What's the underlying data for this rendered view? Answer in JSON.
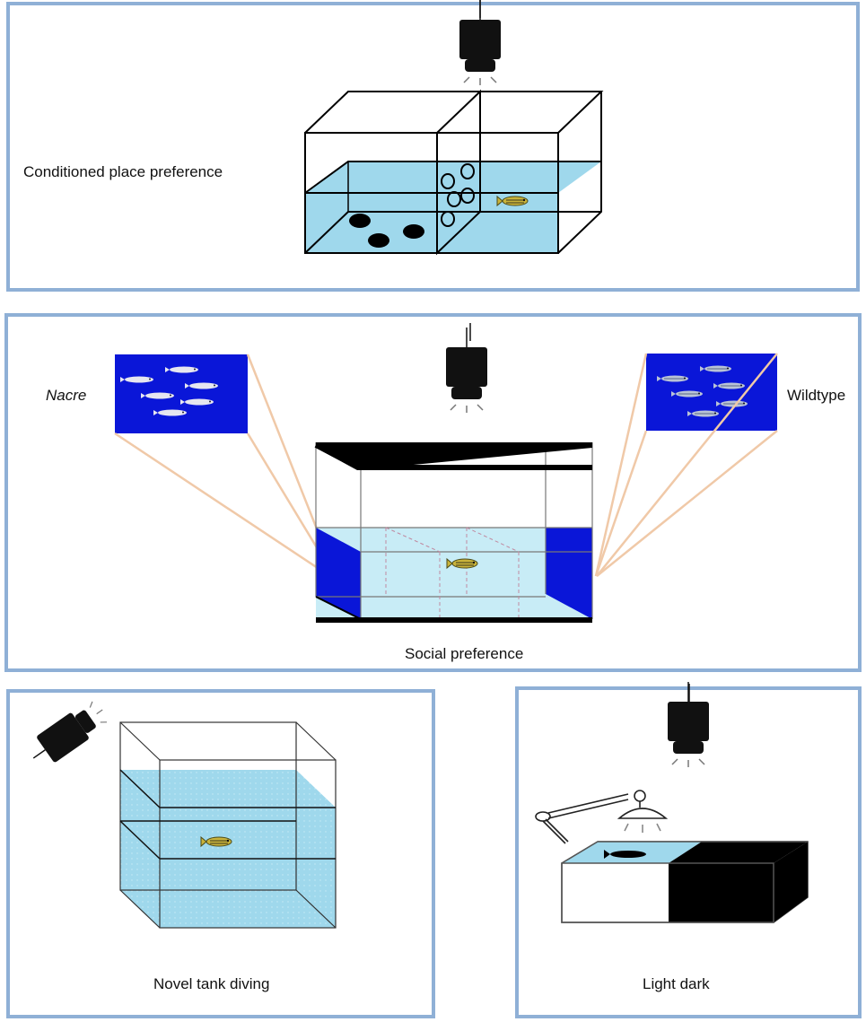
{
  "panels": {
    "cpp": {
      "label": "Conditioned place preference"
    },
    "social": {
      "label": "Social preference",
      "left_label": "Nacre",
      "right_label": "Wildtype"
    },
    "novel_tank": {
      "label": "Novel tank diving"
    },
    "light_dark": {
      "label": "Light dark"
    }
  },
  "colors": {
    "panel_border": "#8fb0d6",
    "water": "#9fd8ec",
    "water_light": "#c8ecf6",
    "stimulus_blue": "#0a16d8",
    "beam": "#f0c9a8",
    "camera": "#111111"
  },
  "icons": [
    "camera-icon",
    "fish-icon",
    "lamp-icon"
  ]
}
